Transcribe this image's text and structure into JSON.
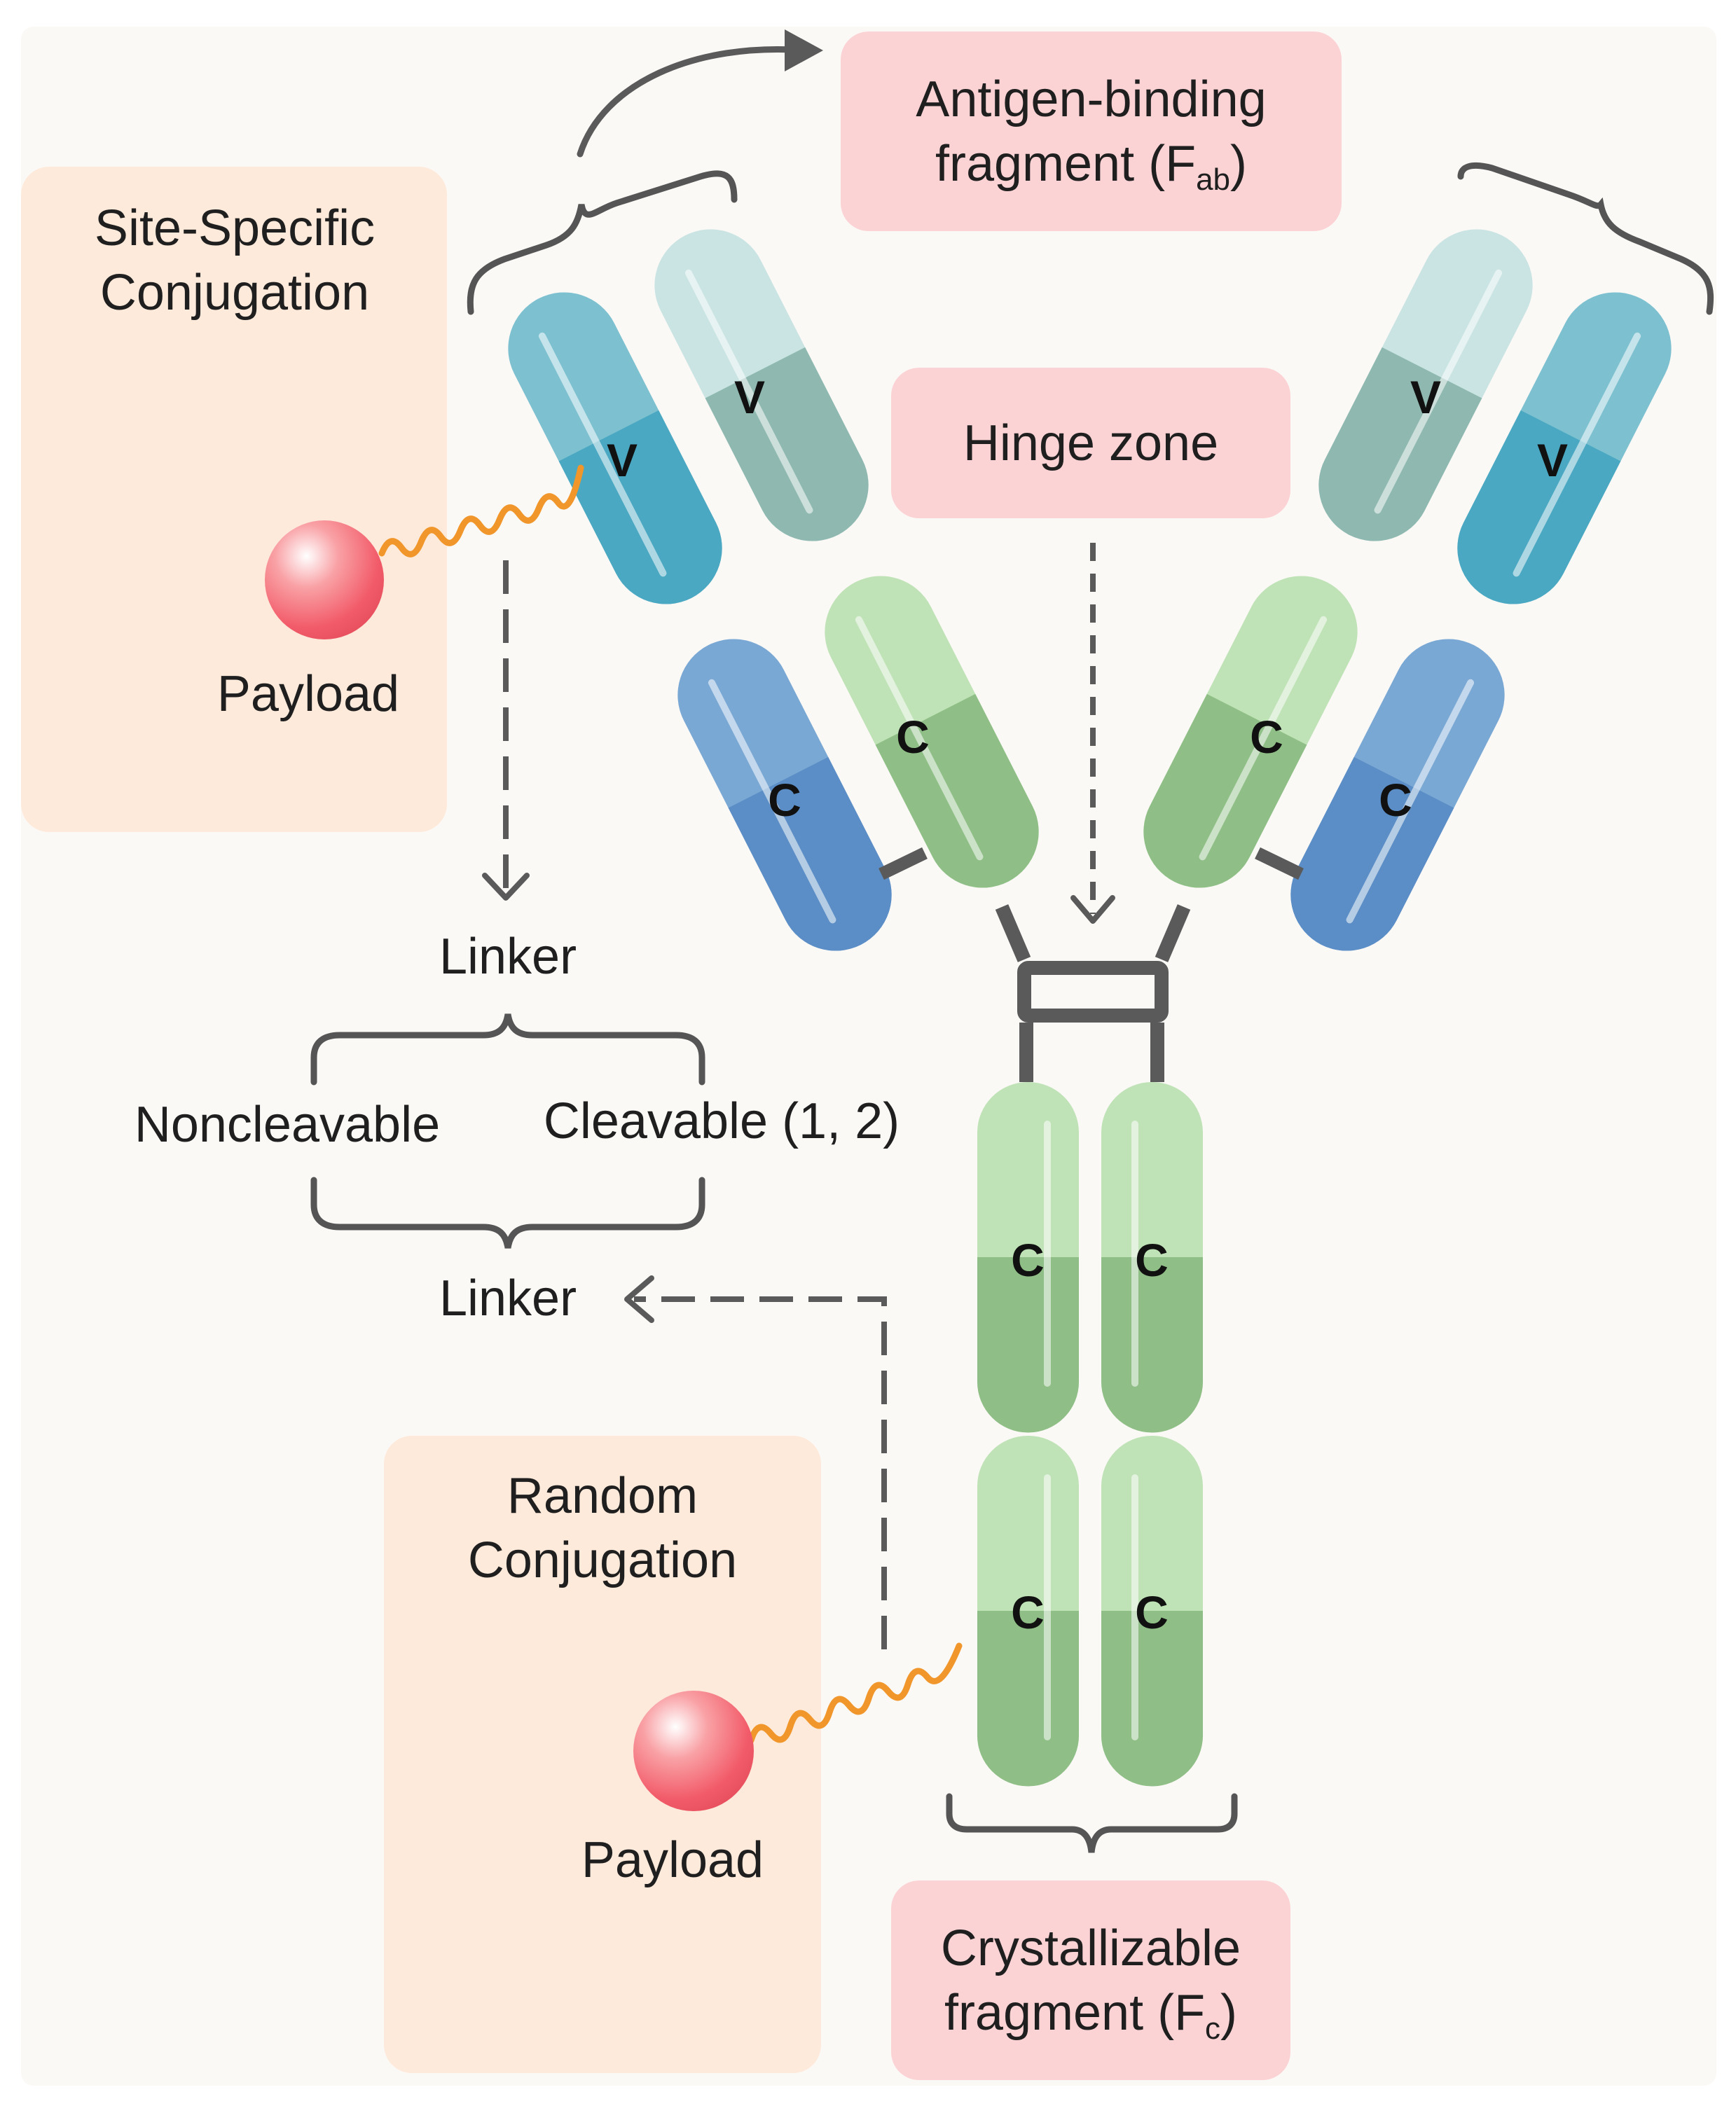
{
  "labels": {
    "fab_line1": "Antigen-binding",
    "fab_line2": "fragment (F",
    "fab_sub": "ab",
    "fab_close": ")",
    "hinge": "Hinge zone",
    "fc_line1": "Crystallizable",
    "fc_line2": "fragment (F",
    "fc_sub": "c",
    "fc_close": ")",
    "site_specific_line1": "Site-Specific",
    "site_specific_line2": "Conjugation",
    "random_line1": "Random",
    "random_line2": "Conjugation",
    "payload_top": "Payload",
    "payload_bottom": "Payload",
    "linker_top": "Linker",
    "linker_bottom": "Linker",
    "noncleavable": "Noncleavable",
    "cleavable": "Cleavable (1, 2)"
  },
  "domains": {
    "variable": "V",
    "constant": "C"
  },
  "colors": {
    "pink_box": "#fcd3d5",
    "peach_box": "#feeadb",
    "variable_heavy_teal": "#4aa8c2",
    "variable_light_teal": "#8fb9b0",
    "constant_blue": "#5b8ec6",
    "constant_green": "#8fbf86",
    "linker_orange": "#f0962a",
    "payload_red": "#f25c6a",
    "arrow_gray": "#5a5a5a"
  }
}
